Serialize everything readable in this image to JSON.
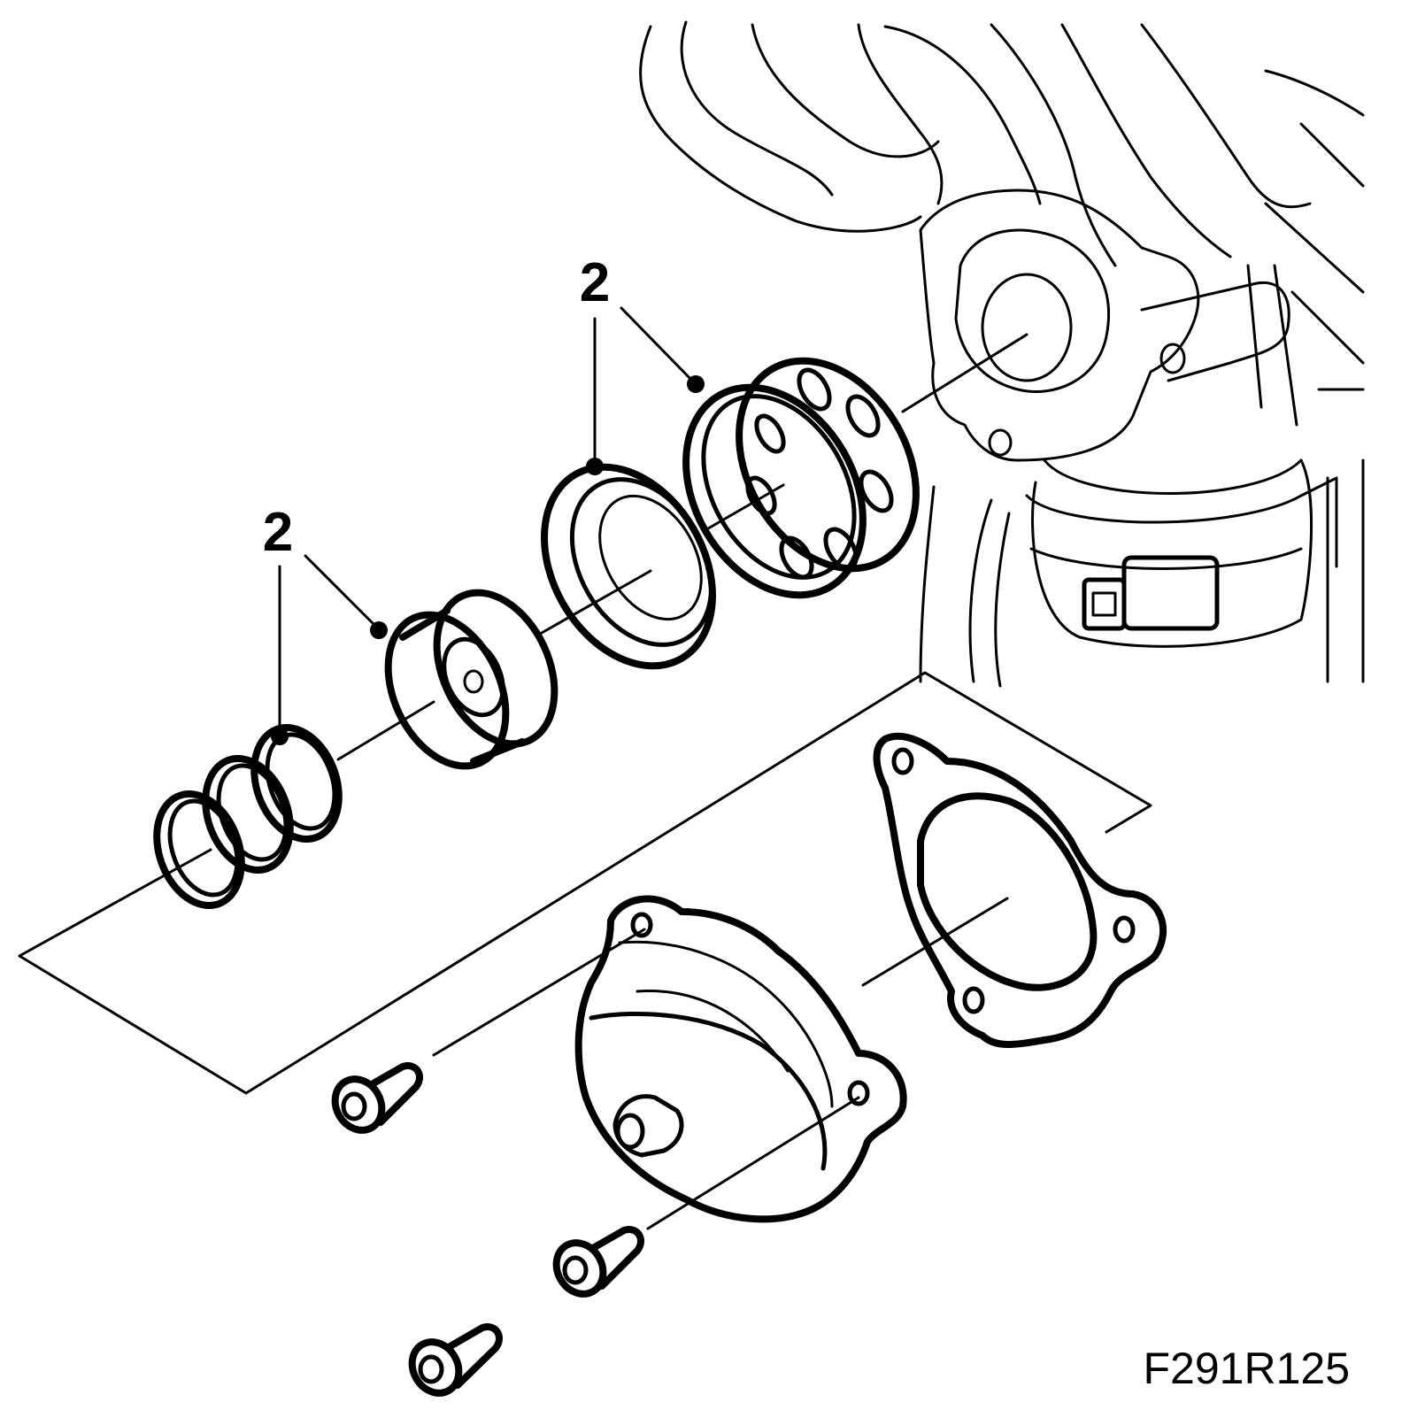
{
  "callouts": [
    {
      "label": "2"
    },
    {
      "label": "2"
    },
    {
      "label": "2"
    }
  ],
  "figure_id": "F291R125",
  "colors": {
    "ink": "#000000",
    "paper": "#ffffff"
  }
}
